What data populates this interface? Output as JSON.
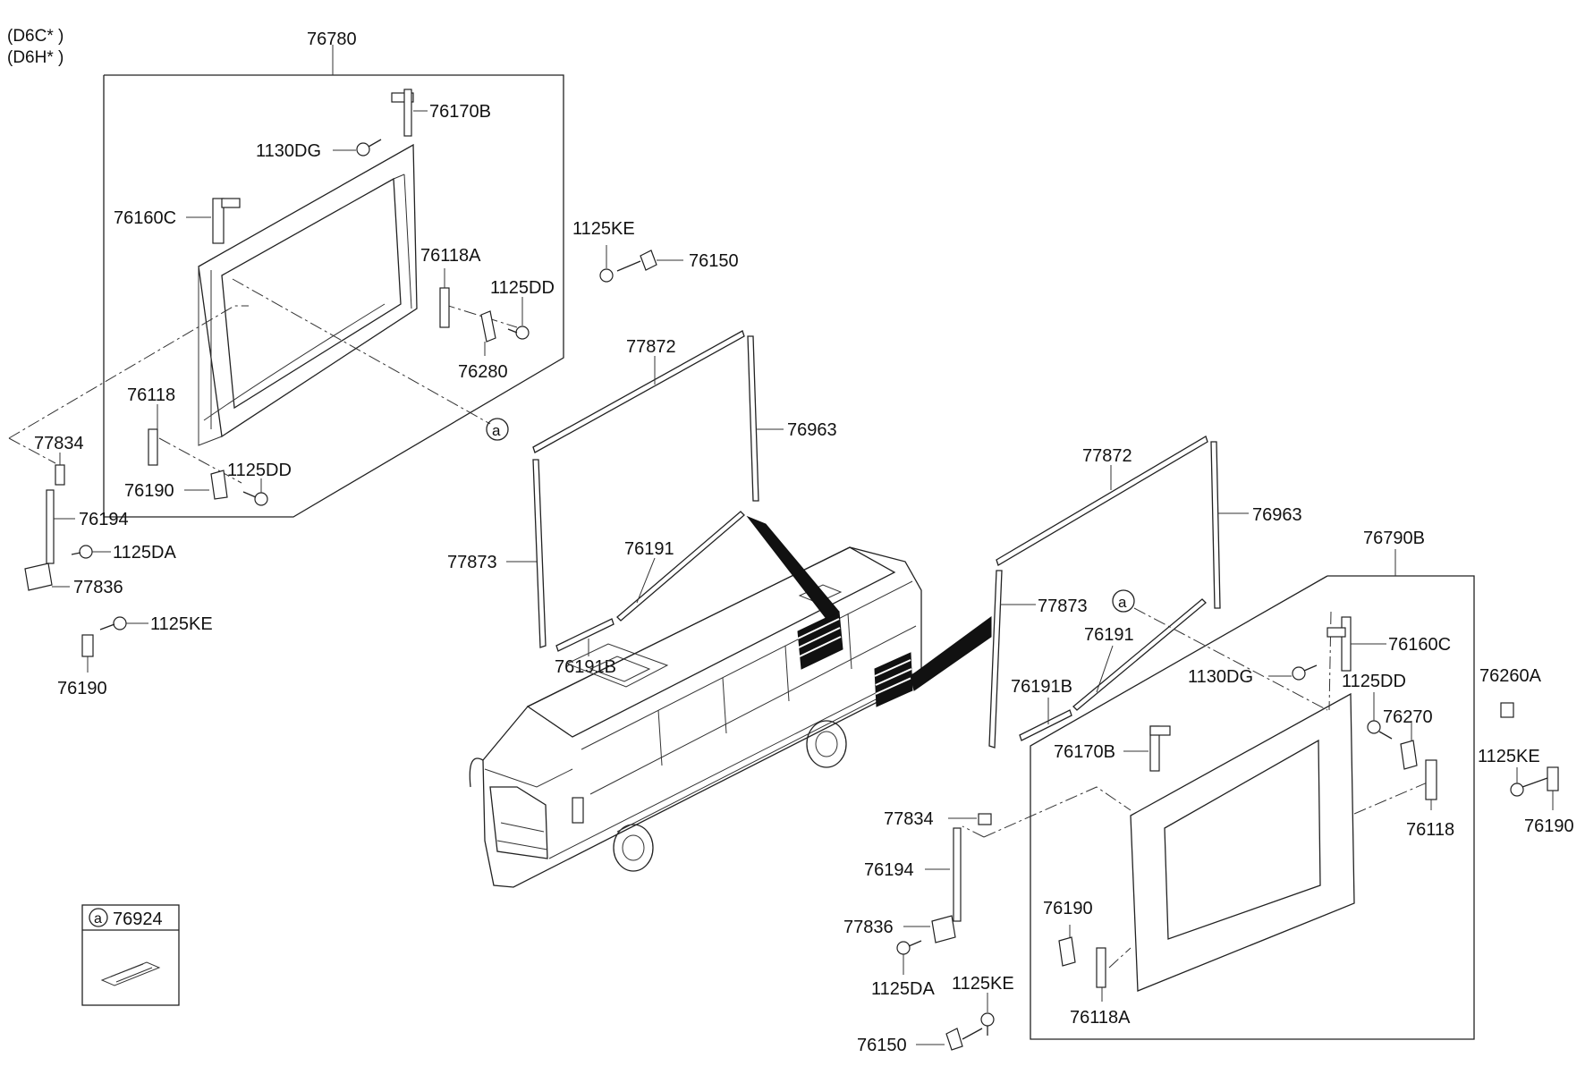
{
  "header": {
    "variant_1": "(D6C* )",
    "variant_2": "(D6H* )"
  },
  "callout_marker": "a",
  "left_assembly": {
    "assembly": "76780",
    "parts": {
      "hinge_upper": "76170B",
      "bolt_upper": "1130DG",
      "hinge_left": "76160C",
      "bracket_right": "76118A",
      "bolt_right": "1125DD",
      "latch": "76280",
      "bracket_lower": "76118",
      "striker": "76190",
      "bolt_lower": "1125DD",
      "stay_bracket": "77834",
      "gas_stay": "76194",
      "bolt_stay": "1125DA",
      "stay_bracket_lower": "77836",
      "screw_striker": "1125KE",
      "striker_lower": "76190"
    }
  },
  "center_parts": {
    "screw": "1125KE",
    "bumper": "76150",
    "seal_top": "77872",
    "seal_side_right": "76963",
    "seal_side_left": "77873",
    "seal_lower": "76191",
    "seal_lower_b": "76191B"
  },
  "right_parts": {
    "seal_top": "77872",
    "seal_side_right": "76963",
    "seal_side_left": "77873",
    "seal_lower": "76191",
    "seal_lower_b": "76191B"
  },
  "right_assembly": {
    "assembly": "76790B",
    "parts": {
      "hinge_upper": "76160C",
      "bolt_upper": "1130DG",
      "bolt_right": "1125DD",
      "latch": "76270",
      "hinge_left": "76170B",
      "bracket_right": "76118",
      "stay_bracket": "77834",
      "gas_stay": "76194",
      "striker": "76190",
      "stay_bracket_lower": "77836",
      "bolt_stay": "1125DA",
      "screw": "1125KE",
      "bracket_lower": "76118A",
      "bumper": "76150"
    }
  },
  "far_right": {
    "cap": "76260A",
    "screw": "1125KE",
    "striker": "76190"
  },
  "legend": {
    "marker": "a",
    "part": "76924"
  }
}
